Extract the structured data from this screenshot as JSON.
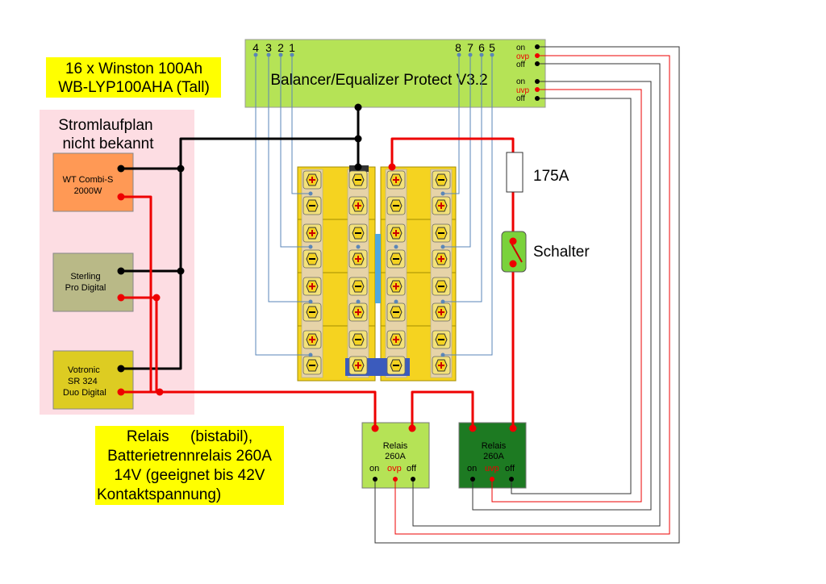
{
  "title_box": {
    "line1": "16 x Winston 100Ah",
    "line2": "WB-LYP100AHA (Tall)"
  },
  "strom_note": {
    "line1": "Stromlaufplan",
    "line2": "nicht bekannt"
  },
  "balancer": {
    "title": "Balancer/Equalizer Protect V3.2",
    "pins_left": [
      "4",
      "3",
      "2",
      "1"
    ],
    "pins_right": [
      "8",
      "7",
      "6",
      "5"
    ],
    "out_group1": [
      "on",
      "ovp",
      "off"
    ],
    "out_group2": [
      "on",
      "uvp",
      "off"
    ]
  },
  "chargers": [
    {
      "line1": "WT Combi-S",
      "line2": "2000W",
      "line3": ""
    },
    {
      "line1": "Sterling",
      "line2": "Pro Digital",
      "line3": ""
    },
    {
      "line1": "Votronic",
      "line2": "SR 324",
      "line3": "Duo Digital"
    }
  ],
  "fuse_label": "175A",
  "switch_label": "Schalter",
  "relay_left": {
    "line1": "Relais",
    "line2": "260A",
    "on": "on",
    "mid": "ovp",
    "off": "off"
  },
  "relay_right": {
    "line1": "Relais",
    "line2": "260A",
    "on": "on",
    "mid": "uvp",
    "off": "off"
  },
  "relay_note": {
    "line1": "Relais     (bistabil),",
    "line2": "Batterietrennrelais 260A",
    "line3": "14V  (geeignet bis 42V",
    "line4": "Kontaktspannung)"
  },
  "colors": {
    "balancer": "#b5e356",
    "note_yellow": "#ffff00",
    "pink_zone": "#fddde3",
    "charger1": "#ff9955",
    "charger2": "#b9b987",
    "charger3": "#ddcc22",
    "relay_left": "#b5e356",
    "relay_right": "#1d7a22",
    "cell": "#f5d320",
    "wire_red": "#ee0000",
    "wire_black": "#000000",
    "wire_sense": "#5a86b8"
  }
}
